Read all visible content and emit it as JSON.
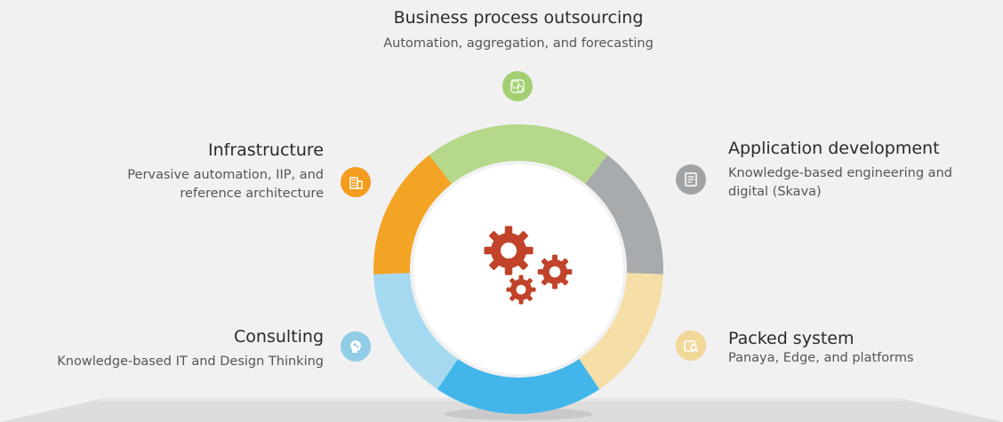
{
  "segments": [
    {
      "id": "bpo",
      "title": "Business process outsourcing",
      "desc": "Automation, aggregation, and forecasting",
      "color": "#b5d88a",
      "icon": "gears-icon"
    },
    {
      "id": "app",
      "title": "Application development",
      "desc": "Knowledge-based engineering and digital (Skava)",
      "color": "#a8abad",
      "icon": "monitor-code-icon"
    },
    {
      "id": "packed",
      "title": "Packed system",
      "desc": "Panaya, Edge, and platforms",
      "color": "#f5dfa6",
      "icon": "folder-search-icon"
    },
    {
      "id": "consult",
      "title": "Consulting",
      "desc": "Knowledge-based IT and Design Thinking",
      "color": "#a5d9ef",
      "icon": "head-gears-icon"
    },
    {
      "id": "infra",
      "title": "Infrastructure",
      "desc": "Pervasive automation, IIP, and reference architecture",
      "color": "#f4a424",
      "icon": "building-icon"
    }
  ],
  "labels": {
    "bpo_title": "Business process outsourcing",
    "bpo_desc": "Automation, aggregation, and forecasting",
    "app_title": "Application development",
    "app_desc_1": "Knowledge-based engineering and",
    "app_desc_2": "digital (Skava)",
    "packed_title": "Packed system",
    "packed_desc": "Panaya, Edge, and platforms",
    "consult_title": "Consulting",
    "consult_desc": "Knowledge-based IT and Design Thinking",
    "infra_title": "Infrastructure",
    "infra_desc_1": "Pervasive automation, IIP, and",
    "infra_desc_2": "reference architecture"
  },
  "colors": {
    "bpo": "#b5d88a",
    "app": "#a8abad",
    "packed": "#f5dfa6",
    "consult": "#a5d9ef",
    "bottom": "#42b6ea",
    "infra": "#f4a424",
    "gear": "#c0432a",
    "floor": "#dcdcdc"
  }
}
